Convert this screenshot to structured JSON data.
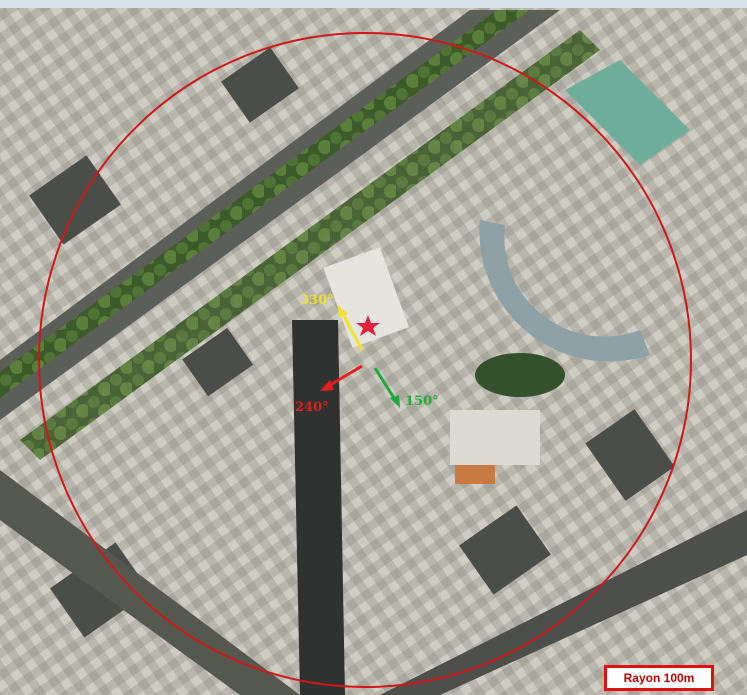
{
  "map": {
    "type": "aerial photograph",
    "directions": [
      {
        "label": "330°",
        "color": "#f2e32a"
      },
      {
        "label": "240°",
        "color": "#e02020"
      },
      {
        "label": "150°",
        "color": "#1faa3c"
      }
    ],
    "target_marker": {
      "icon": "star-icon",
      "color": "#e0203c"
    },
    "radius_circle_color": "#d01818",
    "scale_label": "Rayon 100m"
  }
}
